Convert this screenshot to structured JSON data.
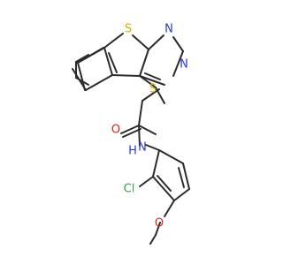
{
  "molecule": {
    "atoms": [
      {
        "id": "S1",
        "label": "S",
        "color": "#c8b400"
      },
      {
        "id": "N1",
        "label": "N",
        "color": "#2b3bd1"
      },
      {
        "id": "N2",
        "label": "N",
        "color": "#2b3bd1"
      },
      {
        "id": "S2",
        "label": "S",
        "color": "#c8b400"
      },
      {
        "id": "O1",
        "label": "O",
        "color": "#e0231a"
      },
      {
        "id": "NH",
        "label": "N",
        "color": "#2b3bd1"
      },
      {
        "id": "H1",
        "label": "H",
        "color": "#2b3bd1"
      },
      {
        "id": "Cl",
        "label": "Cl",
        "color": "#2fa83a"
      },
      {
        "id": "O2",
        "label": "O",
        "color": "#e0231a"
      }
    ],
    "bond_color": "#2b2b2b"
  }
}
